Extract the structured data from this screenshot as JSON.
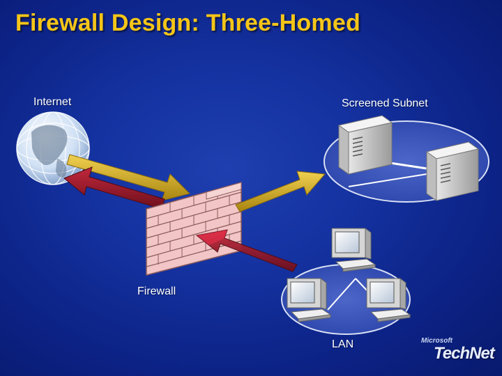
{
  "slide": {
    "title": "Firewall Design: Three-Homed"
  },
  "labels": {
    "internet": "Internet",
    "screened_subnet": "Screened Subnet",
    "firewall": "Firewall",
    "lan": "LAN"
  },
  "logo": {
    "microsoft": "Microsoft",
    "technet": "TechNet"
  },
  "colors": {
    "title": "#f5c518",
    "background": "#1432a0",
    "arrow_gold": "#d6b01e",
    "arrow_red": "#9c1c2c",
    "brick": "#f2c6c6",
    "mortar": "#8c5a5a"
  }
}
